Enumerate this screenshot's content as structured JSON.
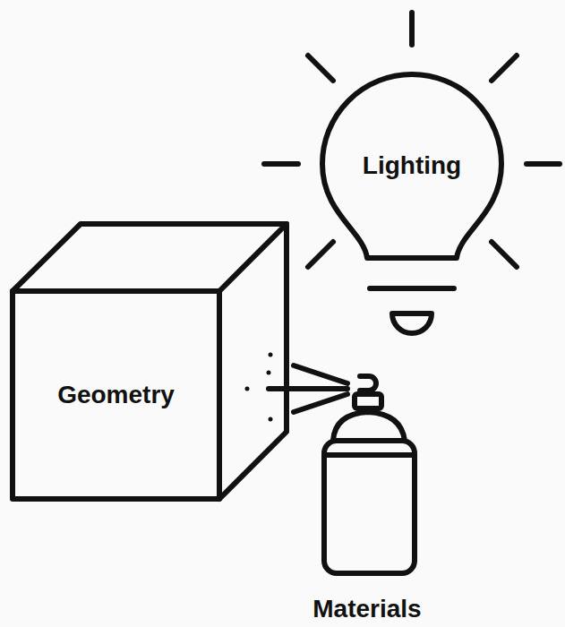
{
  "diagram": {
    "nodes": [
      {
        "text": [
          "Lighting"
        ]
      },
      {
        "text": [
          "Geometry"
        ]
      },
      {
        "text": [
          "Materials"
        ]
      }
    ]
  }
}
